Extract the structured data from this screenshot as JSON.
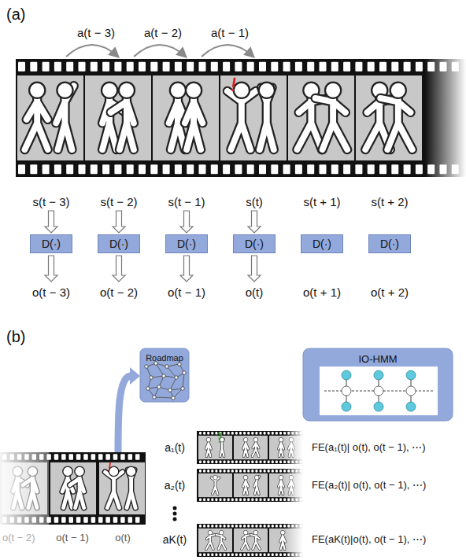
{
  "diagram": {
    "nodes": [
      {
        "text": [
          "D(·)"
        ]
      },
      {
        "text": [
          "D(·)"
        ]
      },
      {
        "text": [
          "D(·)"
        ]
      },
      {
        "text": [
          "D(·)"
        ]
      },
      {
        "text": [
          "D(·)"
        ]
      },
      {
        "text": [
          "D(·)"
        ]
      },
      {
        "text": [
          "Roadmap"
        ]
      },
      {
        "text": [
          "IO-HMM"
        ]
      }
    ],
    "labels": [
      "(a)",
      "a(t − 3)",
      "a(t − 2)",
      "a(t − 1)",
      "s(t − 3)",
      "s(t − 2)",
      "s(t − 1)",
      "s(t)",
      "s(t + 1)",
      "s(t + 2)",
      "o(t − 3)",
      "o(t − 2)",
      "o(t − 1)",
      "o(t)",
      "o(t + 1)",
      "o(t + 2)",
      "(b)",
      "o(t − 2)",
      "o(t − 1)",
      "o(t)",
      "a₁(t)",
      "a₂(t)",
      "aK(t)",
      "FE(a₁(t)| o(t), o(t − 1), ⋯)",
      "FE(a₂(t)| o(t), o(t − 1), ⋯)",
      "FE(aK(t)|o(t), o(t − 1), ⋯)"
    ]
  }
}
